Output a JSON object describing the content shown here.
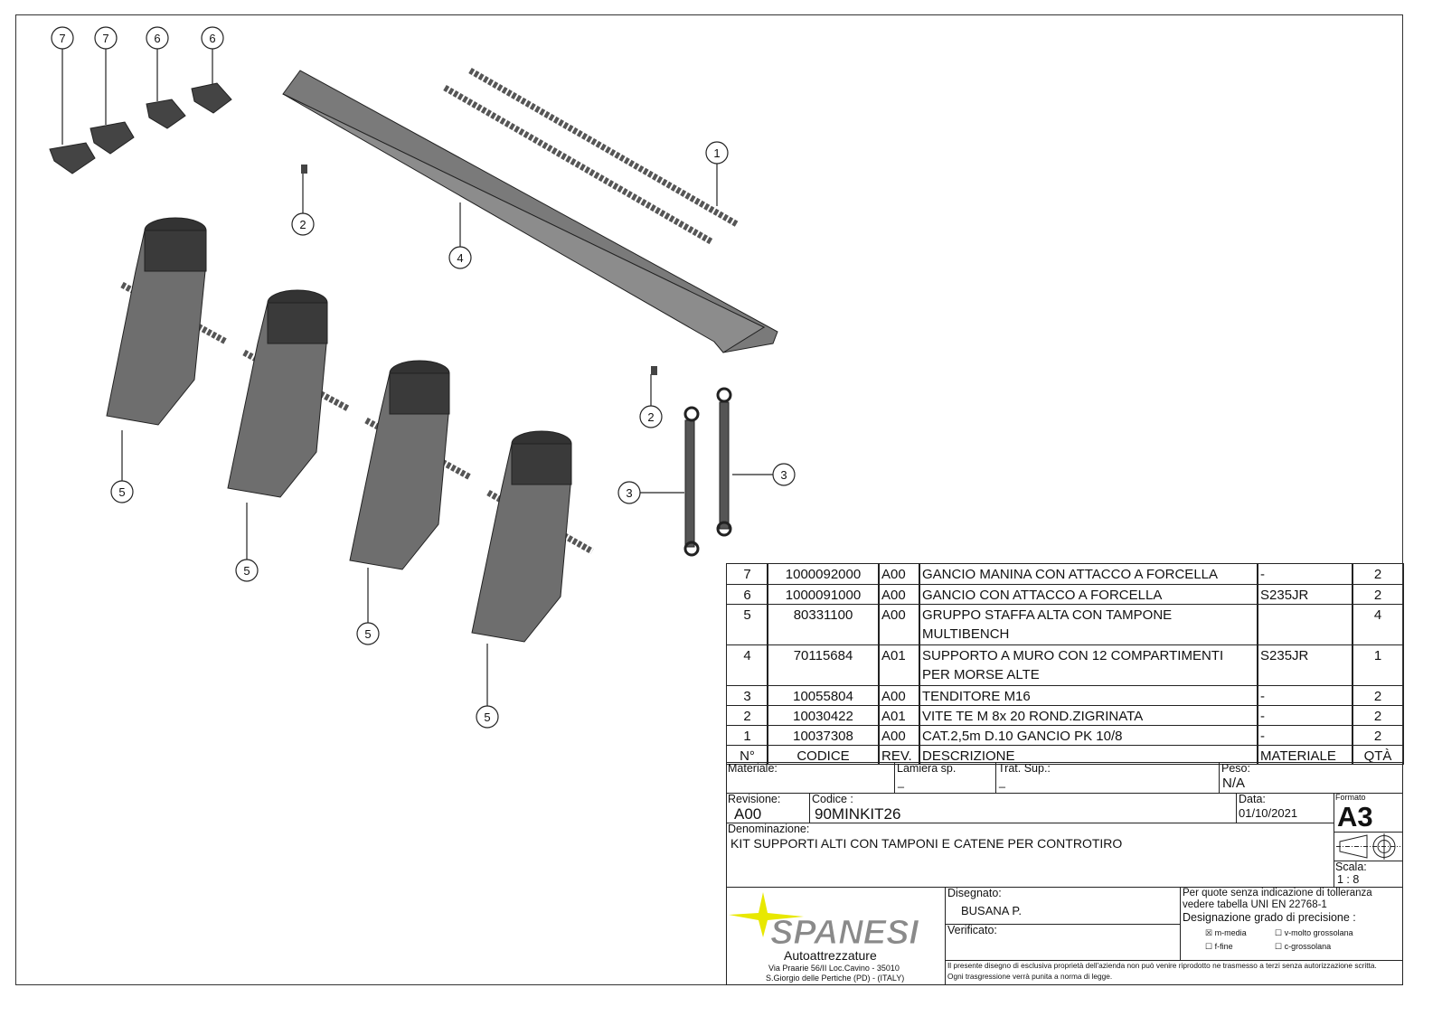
{
  "balloons": {
    "b7a": "7",
    "b7b": "7",
    "b6a": "6",
    "b6b": "6",
    "b1": "1",
    "b2a": "2",
    "b4": "4",
    "b2b": "2",
    "b3a": "3",
    "b3b": "3",
    "b5a": "5",
    "b5b": "5",
    "b5c": "5",
    "b5d": "5"
  },
  "bom": {
    "rows": [
      {
        "n": "7",
        "code": "1000092000",
        "rev": "A00",
        "desc": "GANCIO MANINA CON ATTACCO A FORCELLA",
        "mat": "-",
        "qty": "2"
      },
      {
        "n": "6",
        "code": "1000091000",
        "rev": "A00",
        "desc": "GANCIO CON ATTACCO A FORCELLA",
        "mat": "S235JR",
        "qty": "2"
      },
      {
        "n": "5",
        "code": "80331100",
        "rev": "A00",
        "desc": "GRUPPO STAFFA ALTA CON TAMPONE MULTIBENCH",
        "mat": "",
        "qty": "4"
      },
      {
        "n": "4",
        "code": "70115684",
        "rev": "A01",
        "desc": "SUPPORTO A MURO CON 12 COMPARTIMENTI PER MORSE ALTE",
        "mat": "S235JR",
        "qty": "1"
      },
      {
        "n": "3",
        "code": "10055804",
        "rev": "A00",
        "desc": "TENDITORE M16",
        "mat": "-",
        "qty": "2"
      },
      {
        "n": "2",
        "code": "10030422",
        "rev": "A01",
        "desc": "VITE TE M 8x 20 ROND.ZIGRINATA",
        "mat": "-",
        "qty": "2"
      },
      {
        "n": "1",
        "code": "10037308",
        "rev": "A00",
        "desc": "CAT.2,5m D.10 GANCIO PK 10/8",
        "mat": "-",
        "qty": "2"
      }
    ],
    "header": {
      "n": "N°",
      "code": "CODICE",
      "rev": "REV.",
      "desc": "DESCRIZIONE",
      "mat": "MATERIALE",
      "qty": "QTÀ"
    }
  },
  "title_block": {
    "materiale_label": "Materiale:",
    "lamiera_label": "Lamiera sp.",
    "lamiera_value": "_",
    "trat_label": "Trat. Sup.:",
    "trat_value": "_",
    "peso_label": "Peso:",
    "peso_value": "N/A",
    "revisione_label": "Revisione:",
    "revisione_value": "A00",
    "codice_label": "Codice :",
    "codice_value": "90MINKIT26",
    "data_label": "Data:",
    "data_value": "01/10/2021",
    "formato_label": "Formato",
    "formato_value": "A3",
    "denominazione_label": "Denominazione:",
    "denominazione_value": "KIT SUPPORTI ALTI CON TAMPONI E CATENE PER CONTROTIRO",
    "scala_label": "Scala:",
    "scala_value": "1 : 8",
    "company": "SPANESI",
    "company_sub": "Autoattrezzature",
    "address1": "Via Praarie 56/II  Loc.Cavino - 35010",
    "address2": "S.Giorgio delle Pertiche (PD) - (ITALY)",
    "disegnato_label": "Disegnato:",
    "disegnato_value": "BUSANA P.",
    "verificato_label": "Verificato:",
    "tol1": "Per quote senza indicazione di tolleranza",
    "tol2": "vedere tabella UNI EN 22768-1",
    "tol3": "Designazione grado di precisione :",
    "opt_m": "m-media",
    "opt_v": "v-molto grossolana",
    "opt_f": "f-fine",
    "opt_c": "c-grossolana",
    "notice1": "Il presente disegno di esclusiva proprietà dell'azienda non può venire riprodotto ne trasmesso a terzi senza autorizzazione scritta.",
    "notice2": "Ogni trasgressione verrà punita a norma di legge."
  },
  "colors": {
    "logo_star": "#e8e800",
    "logo_text": "#8a8a8a",
    "part": "#6e6e6e"
  }
}
